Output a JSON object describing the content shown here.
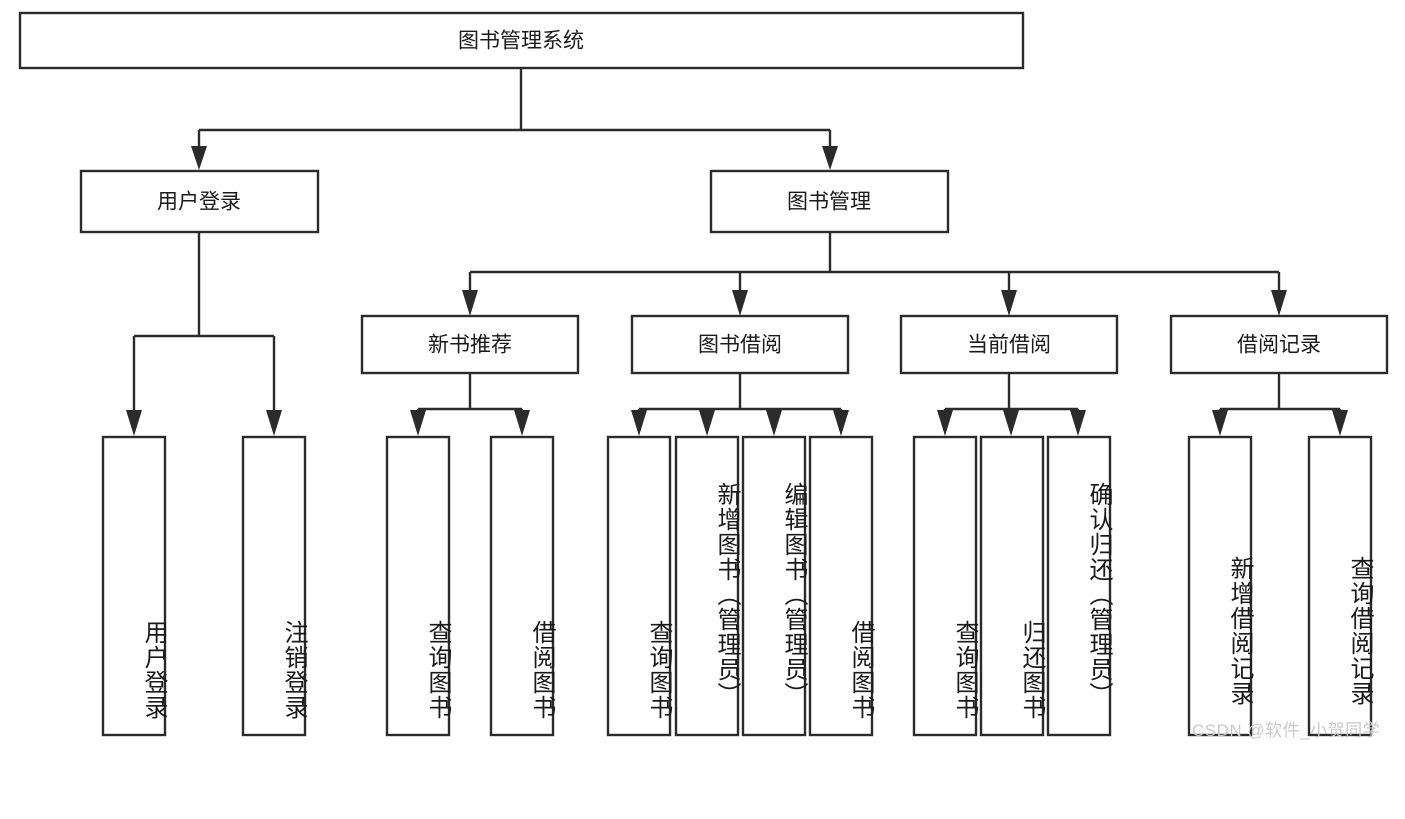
{
  "diagram": {
    "title": "图书管理系统",
    "type": "hierarchy-tree",
    "root": {
      "label": "图书管理系统",
      "orientation": "horizontal"
    },
    "level2": [
      {
        "label": "用户登录",
        "orientation": "horizontal"
      },
      {
        "label": "图书管理",
        "orientation": "horizontal"
      }
    ],
    "level3": [
      {
        "label": "新书推荐",
        "orientation": "horizontal"
      },
      {
        "label": "图书借阅",
        "orientation": "horizontal"
      },
      {
        "label": "当前借阅",
        "orientation": "horizontal"
      },
      {
        "label": "借阅记录",
        "orientation": "horizontal"
      }
    ],
    "leaves": {
      "user_login": [
        {
          "label": "用户登录",
          "orientation": "vertical"
        },
        {
          "label": "注销登录",
          "orientation": "vertical"
        }
      ],
      "new_book_recommend": [
        {
          "label": "查询图书",
          "orientation": "vertical"
        },
        {
          "label": "借阅图书",
          "orientation": "vertical"
        }
      ],
      "book_borrow": [
        {
          "label": "查询图书",
          "orientation": "vertical"
        },
        {
          "label": "新增图书（管理员）",
          "orientation": "vertical"
        },
        {
          "label": "编辑图书（管理员）",
          "orientation": "vertical"
        },
        {
          "label": "借阅图书",
          "orientation": "vertical"
        }
      ],
      "current_borrow": [
        {
          "label": "查询图书",
          "orientation": "vertical"
        },
        {
          "label": "归还图书",
          "orientation": "vertical"
        },
        {
          "label": "确认归还（管理员）",
          "orientation": "vertical"
        }
      ],
      "borrow_record": [
        {
          "label": "新增借阅记录",
          "orientation": "vertical"
        },
        {
          "label": "查询借阅记录",
          "orientation": "vertical"
        }
      ]
    },
    "colors": {
      "box_stroke": "#2b2b2b",
      "box_fill": "#ffffff",
      "text": "#1a1a1a",
      "background": "#ffffff",
      "watermark": "#c9c9c9"
    }
  },
  "watermark": {
    "text": "CSDN @软件_小贺同学"
  }
}
